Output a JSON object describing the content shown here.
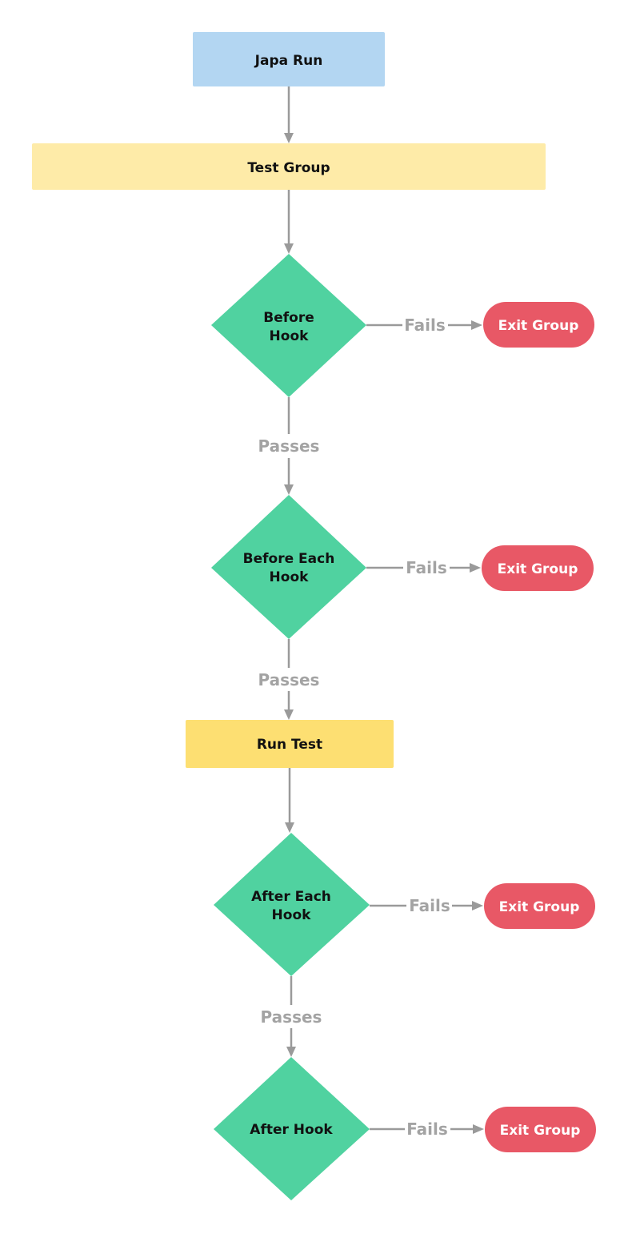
{
  "nodes": {
    "japa_run": {
      "label": "Japa Run",
      "color": "#b3d6f2"
    },
    "test_group": {
      "label": "Test Group",
      "color": "#feeba8"
    },
    "before_hook": {
      "line1": "Before",
      "line2": "Hook",
      "color": "#50d2a0"
    },
    "before_each_hook": {
      "line1": "Before Each",
      "line2": "Hook",
      "color": "#50d2a0"
    },
    "run_test": {
      "label": "Run Test",
      "color": "#fddf72"
    },
    "after_each_hook": {
      "line1": "After Each",
      "line2": "Hook",
      "color": "#50d2a0"
    },
    "after_hook": {
      "label": "After Hook",
      "color": "#50d2a0"
    }
  },
  "exits": [
    {
      "label": "Exit Group",
      "edge_label": "Fails"
    },
    {
      "label": "Exit Group",
      "edge_label": "Fails"
    },
    {
      "label": "Exit Group",
      "edge_label": "Fails"
    },
    {
      "label": "Exit Group",
      "edge_label": "Fails"
    }
  ],
  "passes_labels": [
    "Passes",
    "Passes",
    "Passes"
  ],
  "colors": {
    "exit": "#e85866",
    "connector": "#9a9a9a",
    "edge_label": "#a3a3a3"
  }
}
